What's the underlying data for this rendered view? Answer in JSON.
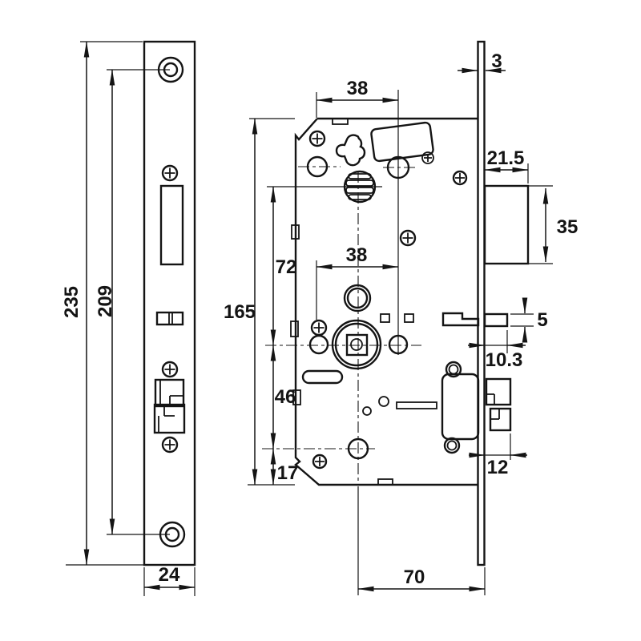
{
  "drawing": {
    "dims": {
      "plate_height": "235",
      "hole_spacing": "209",
      "plate_width": "24",
      "case_height": "165",
      "latch_to_hub": "72",
      "hub_offset_top": "38",
      "hub_offset_mid": "38",
      "hub_to_deadbolt": "46",
      "deadbolt_to_bottom": "17",
      "backset": "70",
      "plate_thickness": "3",
      "latch_body_depth": "21.5",
      "latch_face_height": "35",
      "aux_bolt_thickness": "5",
      "aux_bolt_throw": "10.3",
      "deadbolt_throw": "12"
    },
    "colors": {
      "line": "#141414",
      "background": "#ffffff"
    }
  }
}
